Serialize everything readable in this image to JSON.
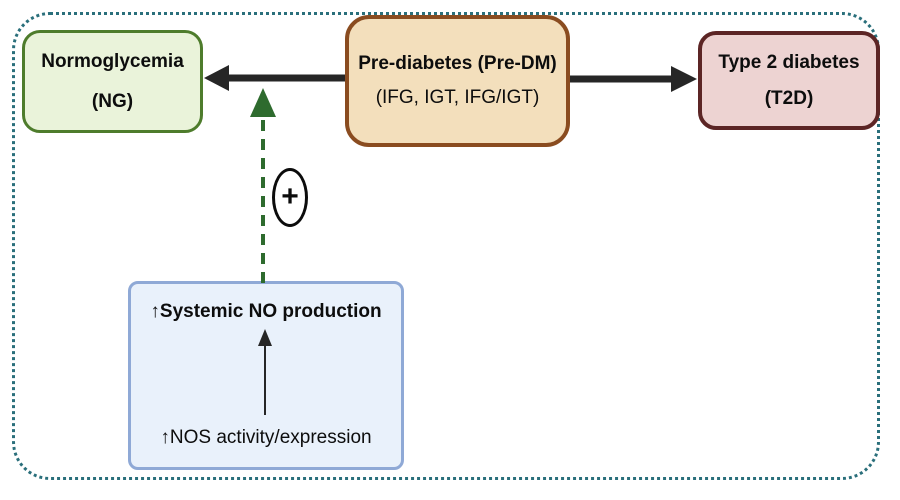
{
  "colors": {
    "background": "#ffffff",
    "outer_border": "#2a6f7b",
    "ng_fill": "#eaf3da",
    "ng_border": "#4e7c2c",
    "predm_fill": "#f3dfbc",
    "predm_border": "#8a4c20",
    "t2d_fill": "#edd3d2",
    "t2d_border": "#5c2525",
    "no_fill": "#e9f1fb",
    "no_border": "#8fa9d6",
    "arrow_black": "#262626",
    "arrow_green": "#2e6b2e",
    "text": "#0d0d0d"
  },
  "boxes": {
    "normoglycemia": {
      "line1": "Normoglycemia",
      "line2": "(NG)"
    },
    "prediabetes": {
      "line1": "Pre-diabetes (Pre-DM)",
      "line2": "(IFG, IGT, IFG/IGT)"
    },
    "type2_diabetes": {
      "line1": "Type 2 diabetes",
      "line2": "(T2D)"
    },
    "no_production": {
      "line1": "↑Systemic NO production",
      "line2": "↑NOS activity/expression"
    }
  },
  "symbols": {
    "plus": "+"
  }
}
